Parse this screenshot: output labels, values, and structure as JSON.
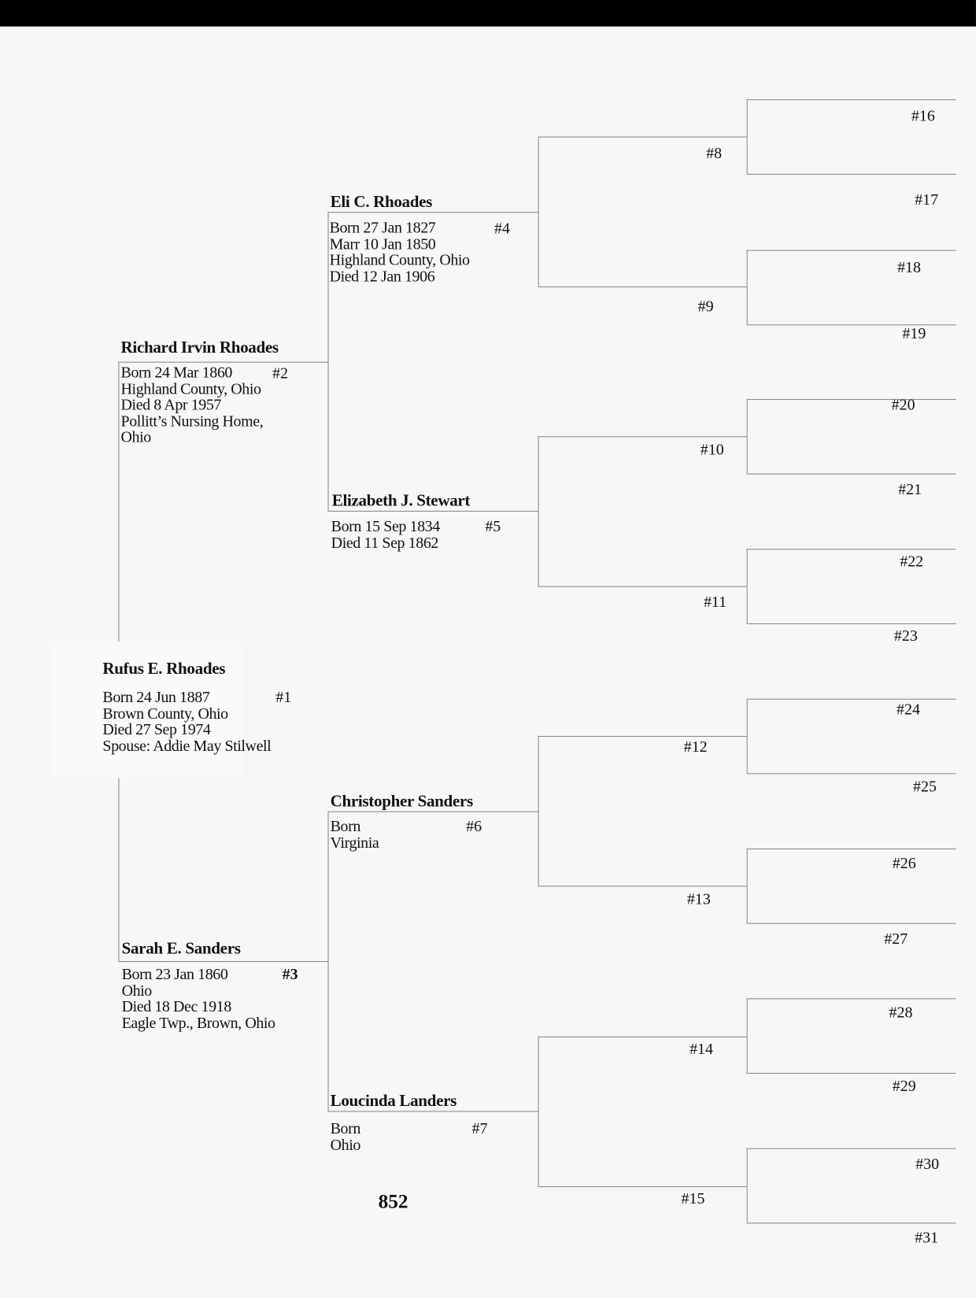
{
  "persons": {
    "p1": {
      "name": "Rufus E. Rhoades",
      "number": "#1",
      "lines": [
        "Born 24 Jun 1887",
        "Brown County, Ohio",
        "Died 27 Sep 1974",
        "Spouse: Addie May Stilwell"
      ]
    },
    "p2": {
      "name": "Richard Irvin Rhoades",
      "number": "#2",
      "lines": [
        "Born 24 Mar 1860",
        "Highland County, Ohio",
        "Died 8 Apr 1957",
        "Pollitt’s Nursing Home,",
        "Ohio"
      ]
    },
    "p3": {
      "name": "Sarah E. Sanders",
      "number": "#3",
      "lines": [
        "Born 23 Jan 1860",
        "Ohio",
        "Died 18 Dec 1918",
        "Eagle Twp., Brown, Ohio"
      ]
    },
    "p4": {
      "name": "Eli C. Rhoades",
      "number": "#4",
      "lines": [
        "Born 27 Jan 1827",
        "Marr 10 Jan 1850",
        "Highland County, Ohio",
        "Died 12 Jan 1906"
      ]
    },
    "p5": {
      "name": "Elizabeth J. Stewart",
      "number": "#5",
      "lines": [
        "Born 15 Sep 1834",
        "Died 11 Sep 1862"
      ]
    },
    "p6": {
      "name": "Christopher Sanders",
      "number": "#6",
      "lines": [
        "Born",
        "Virginia"
      ]
    },
    "p7": {
      "name": "Loucinda Landers",
      "number": "#7",
      "lines": [
        "Born",
        "Ohio"
      ]
    }
  },
  "slots": [
    "#8",
    "#9",
    "#10",
    "#11",
    "#12",
    "#13",
    "#14",
    "#15",
    "#16",
    "#17",
    "#18",
    "#19",
    "#20",
    "#21",
    "#22",
    "#23",
    "#24",
    "#25",
    "#26",
    "#27",
    "#28",
    "#29",
    "#30",
    "#31"
  ],
  "page_number": "852"
}
